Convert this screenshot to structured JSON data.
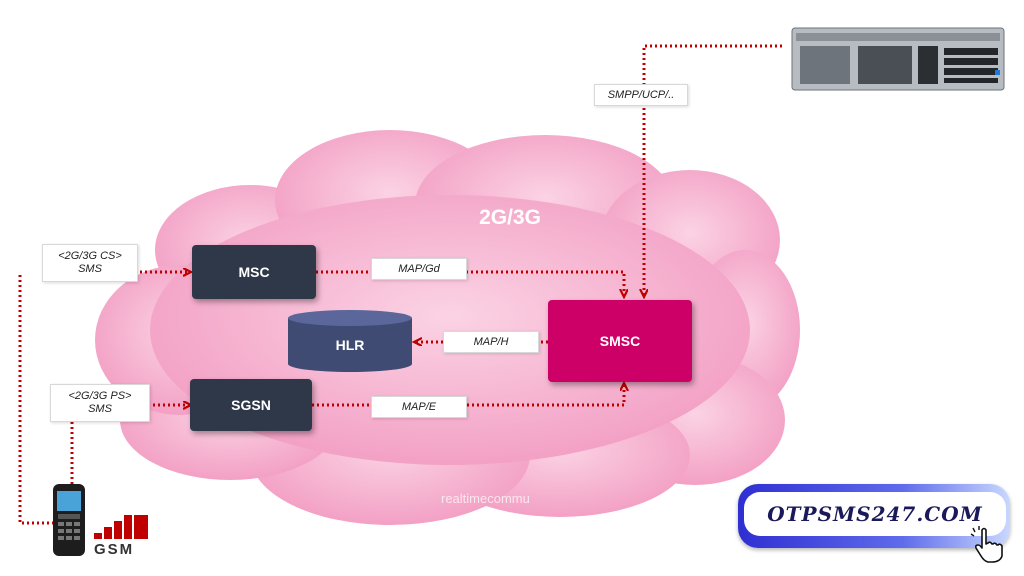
{
  "diagram": {
    "cloud_title": "2G/3G",
    "nodes": {
      "msc": "MSC",
      "sgsn": "SGSN",
      "hlr": "HLR",
      "smsc": "SMSC"
    },
    "edge_labels": {
      "cs_sms": "<2G/3G CS>\nSMS",
      "ps_sms": "<2G/3G PS>\nSMS",
      "map_gd": "MAP/Gd",
      "map_h": "MAP/H",
      "map_e": "MAP/E",
      "smpp": "SMPP/UCP/.."
    },
    "watermark": "realtimecommu",
    "gsm_logo_text": "GSM"
  },
  "badge": {
    "text": "OTPSMS247.COM"
  },
  "colors": {
    "cloud": "#f7b6d2",
    "arrow": "#c00000",
    "node_dark": "#2f3848",
    "smsc": "#cc0066",
    "hlr": "#3f4b72"
  }
}
